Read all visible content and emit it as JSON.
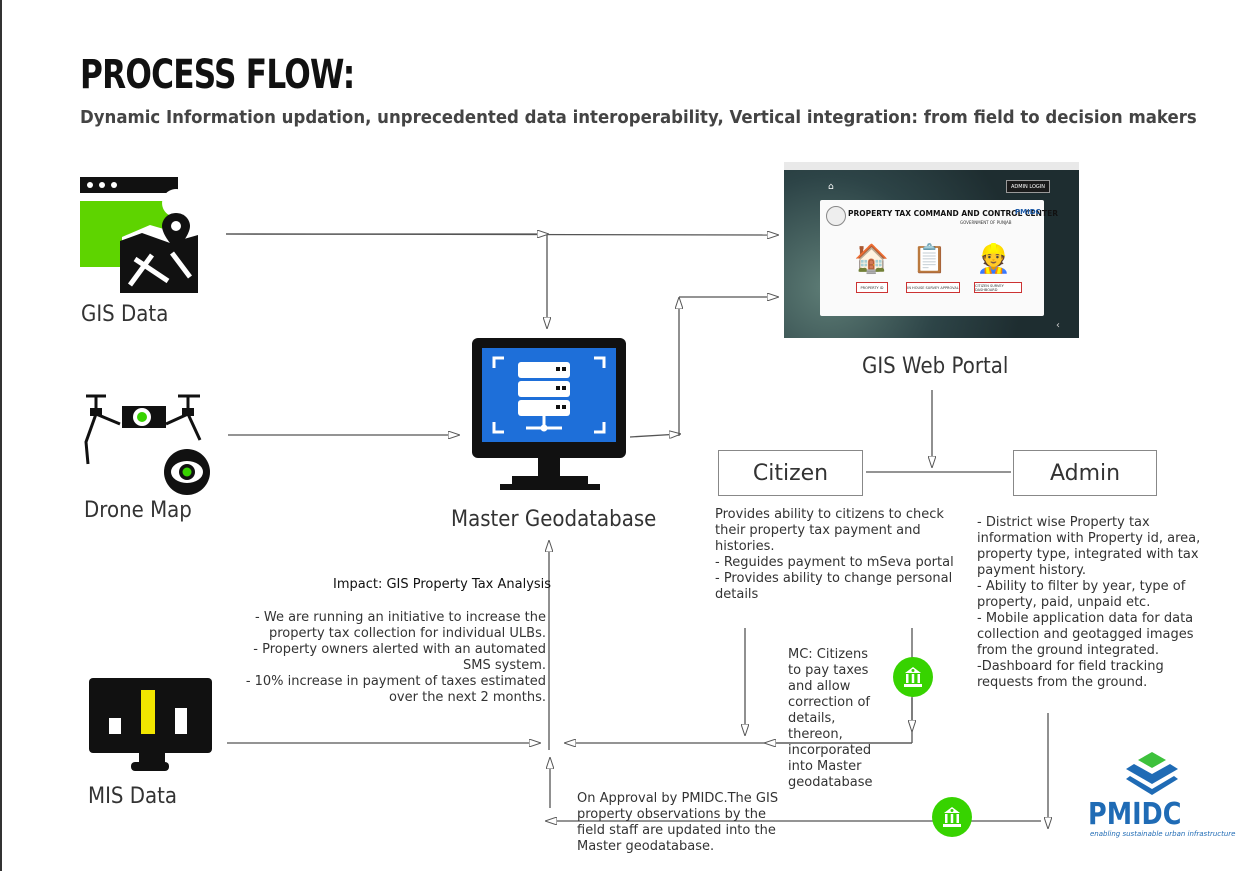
{
  "header": {
    "title": "PROCESS FLOW:",
    "subtitle": "Dynamic Information updation, unprecedented data interoperability, Vertical integration: from field to decision makers"
  },
  "nodes": {
    "gis_data": "GIS Data",
    "drone_map": "Drone Map",
    "mis_data": "MIS Data",
    "master_geodatabase": "Master Geodatabase",
    "gis_web_portal": "GIS Web Portal",
    "citizen": "Citizen",
    "admin": "Admin"
  },
  "portal_screen": {
    "title": "PROPERTY TAX COMMAND AND CONTROL CENTER",
    "subtitle": "GOVERNMENT OF PUNJAB",
    "admin_login": "ADMIN LOGIN",
    "logo": "PMIDC",
    "buttons": [
      "PROPERTY ID",
      "IN HOUSE SURVEY APPROVAL",
      "CITIZEN SURVEY DASHBOARD"
    ]
  },
  "citizen_text": [
    "Provides ability to citizens to check",
    "their property tax payment and",
    "histories.",
    "- Reguides payment to mSeva portal",
    "- Provides ability to change personal",
    "details"
  ],
  "admin_text": [
    "- District wise Property tax",
    "information with Property id, area,",
    "property type, integrated with tax",
    "payment history.",
    "- Ability to filter by year, type of",
    "property, paid, unpaid etc.",
    "- Mobile application data for data",
    "collection and geotagged images",
    "from the ground integrated.",
    "-Dashboard for field tracking",
    "requests from the ground."
  ],
  "impact": {
    "title": "Impact: GIS Property Tax Analysis",
    "lines": [
      "- We are running an initiative to increase the",
      "property tax collection for individual ULBs.",
      "- Property owners alerted with an automated",
      "SMS system.",
      "- 10% increase in payment of taxes estimated",
      "over the next 2 months."
    ]
  },
  "mc_text": [
    "MC: Citizens",
    "to pay taxes",
    "and allow",
    "correction of",
    "details,",
    "thereon,",
    "incorporated",
    "into Master",
    "geodatabase"
  ],
  "approval_text": [
    "On Approval by PMIDC.The GIS",
    "property observations by the",
    "field staff are updated into the",
    "Master geodatabase."
  ],
  "logo": {
    "name": "PMIDC",
    "tagline": "enabling sustainable urban infrastructure"
  },
  "colors": {
    "accent_green": "#37d300",
    "monitor_blue": "#1e6fd9",
    "brand_blue": "#1f6bb5"
  }
}
